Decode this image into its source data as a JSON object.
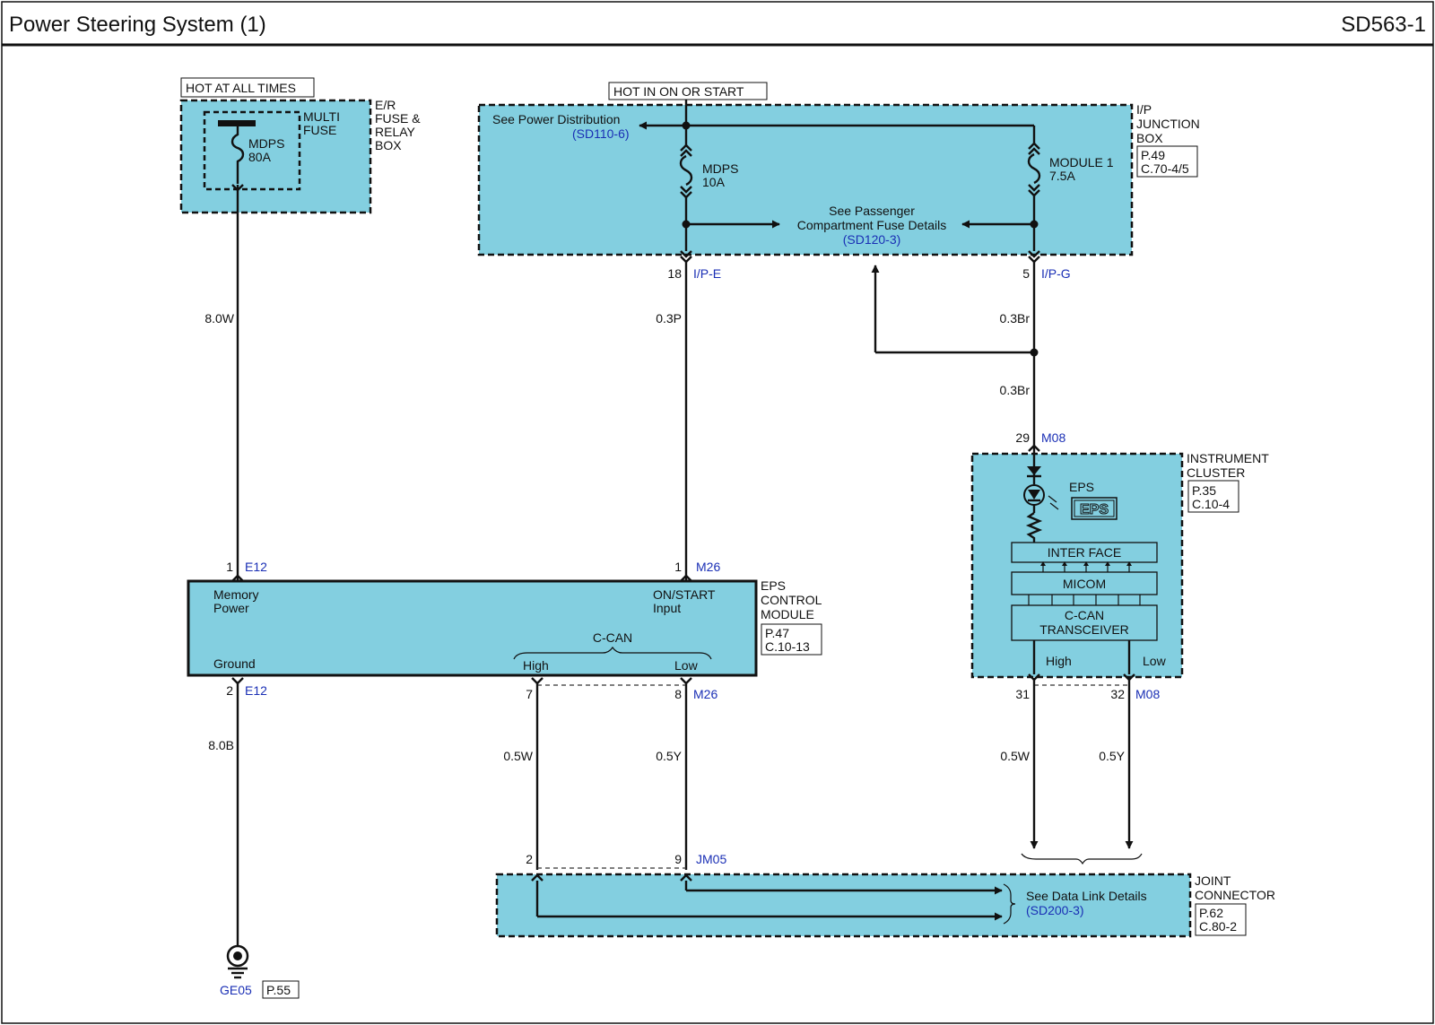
{
  "header": {
    "title": "Power Steering System (1)",
    "code": "SD563-1"
  },
  "er_box": {
    "hot_label": "HOT AT ALL TIMES",
    "name_lines": [
      "E/R",
      "FUSE &",
      "RELAY",
      "BOX"
    ],
    "multi_fuse_lines": [
      "MULTI",
      "FUSE"
    ],
    "fuse_name": "MDPS",
    "fuse_rating": "80A"
  },
  "ip_box": {
    "hot_label": "HOT IN ON OR START",
    "name_lines": [
      "I/P",
      "JUNCTION",
      "BOX"
    ],
    "ref_lines": [
      "P.49",
      "C.70-4/5"
    ],
    "power_dist_label": "See Power Distribution",
    "power_dist_link": "(SD110-6)",
    "fuse1_name": "MDPS",
    "fuse1_rating": "10A",
    "fuse2_name": "MODULE 1",
    "fuse2_rating": "7.5A",
    "passenger_lines": [
      "See Passenger",
      "Compartment Fuse Details"
    ],
    "passenger_link": "(SD120-3)",
    "pin_left": "18",
    "conn_left": "I/P-E",
    "pin_right": "5",
    "conn_right": "I/P-G"
  },
  "wires": {
    "w_80w": "8.0W",
    "w_03p": "0.3P",
    "w_03br_a": "0.3Br",
    "w_03br_b": "0.3Br",
    "w_80b": "8.0B",
    "w_05w_a": "0.5W",
    "w_05y_a": "0.5Y",
    "w_05w_b": "0.5W",
    "w_05y_b": "0.5Y"
  },
  "cluster": {
    "pin_in": "29",
    "conn_in": "M08",
    "name_lines": [
      "INSTRUMENT",
      "CLUSTER"
    ],
    "ref_lines": [
      "P.35",
      "C.10-4"
    ],
    "lamp_label": "EPS",
    "lamp_badge": "EPS",
    "interface": "INTER FACE",
    "micom": "MICOM",
    "transceiver_lines": [
      "C-CAN",
      "TRANSCEIVER"
    ],
    "high": "High",
    "low": "Low",
    "pin_high": "31",
    "pin_low": "32",
    "conn_out": "M08"
  },
  "eps_module": {
    "pin_mem": "1",
    "conn_mem": "E12",
    "pin_on": "1",
    "conn_on": "M26",
    "memory_lines": [
      "Memory",
      "Power"
    ],
    "onstart_lines": [
      "ON/START",
      "Input"
    ],
    "ground": "Ground",
    "ccan": "C-CAN",
    "high": "High",
    "low": "Low",
    "name_lines": [
      "EPS",
      "CONTROL",
      "MODULE"
    ],
    "ref_lines": [
      "P.47",
      "C.10-13"
    ],
    "pin_gnd": "2",
    "conn_gnd": "E12",
    "pin_high": "7",
    "pin_low": "8",
    "conn_can": "M26"
  },
  "joint": {
    "pin_a": "2",
    "pin_b": "9",
    "conn": "JM05",
    "name_lines": [
      "JOINT",
      "CONNECTOR"
    ],
    "ref_lines": [
      "P.62",
      "C.80-2"
    ],
    "data_link_label": "See Data Link Details",
    "data_link_link": "(SD200-3)"
  },
  "ground": {
    "name": "GE05",
    "ref": "P.55"
  }
}
